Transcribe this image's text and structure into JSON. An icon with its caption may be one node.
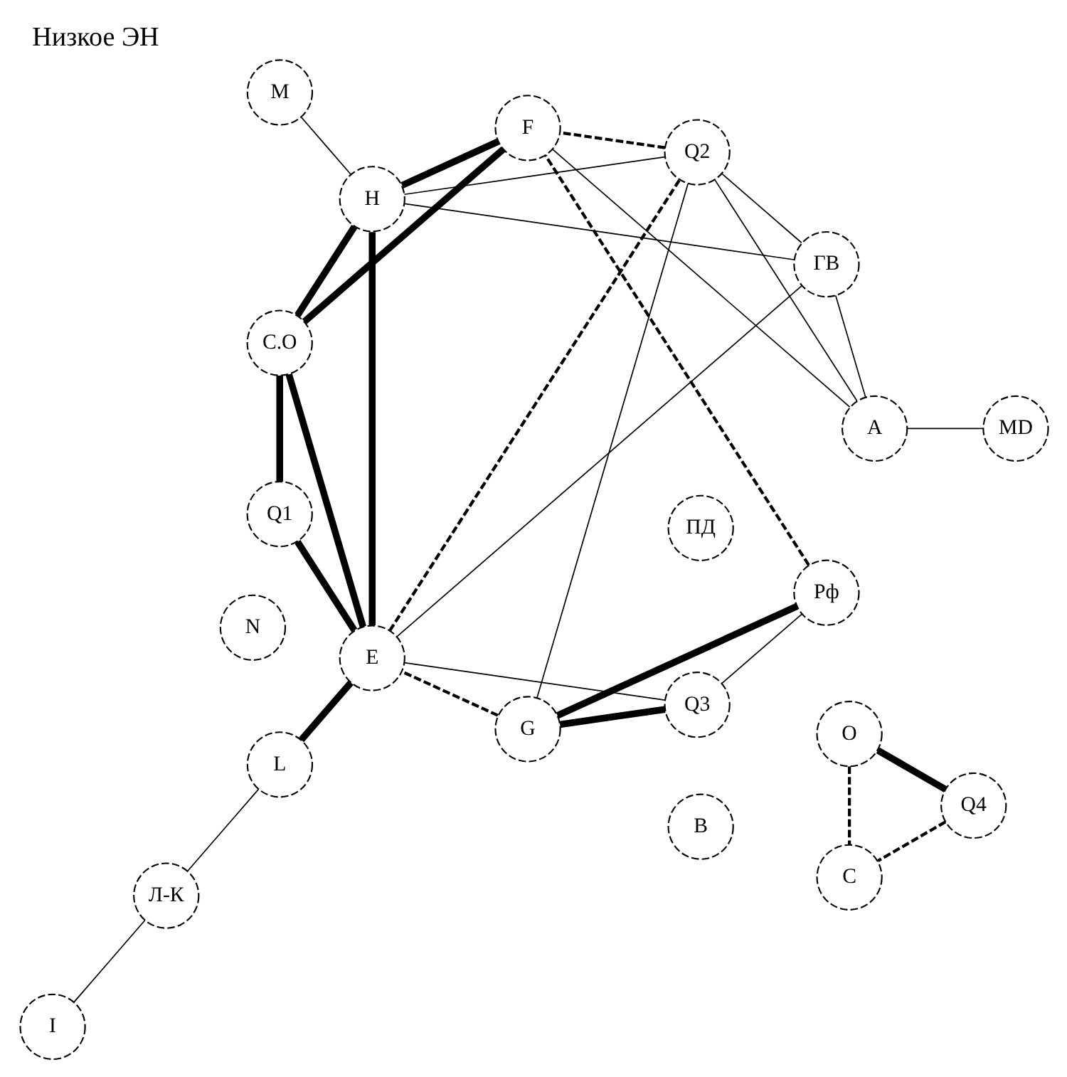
{
  "diagram": {
    "title": "Низкое ЭН",
    "nodes": [
      {
        "text": [
          "С.О"
        ]
      },
      {
        "text": [
          "ПД"
        ]
      },
      {
        "text": [
          "Л-К"
        ]
      },
      {
        "text": [
          "Рф"
        ]
      },
      {
        "text": [
          "A"
        ]
      },
      {
        "text": [
          "B"
        ]
      },
      {
        "text": [
          "C"
        ]
      },
      {
        "text": [
          "E"
        ]
      },
      {
        "text": [
          "F"
        ]
      },
      {
        "text": [
          "G"
        ]
      },
      {
        "text": [
          "H"
        ]
      },
      {
        "text": [
          "I"
        ]
      },
      {
        "text": [
          "L"
        ]
      },
      {
        "text": [
          "M"
        ]
      },
      {
        "text": [
          "N"
        ]
      },
      {
        "text": [
          "O"
        ]
      },
      {
        "text": [
          "Q1"
        ]
      },
      {
        "text": [
          "Q2"
        ]
      },
      {
        "text": [
          "Q3"
        ]
      },
      {
        "text": [
          "Q4"
        ]
      },
      {
        "text": [
          "MD"
        ]
      },
      {
        "text": [
          "ГВ"
        ]
      }
    ],
    "edges": [
      {
        "from": 0,
        "to": 16,
        "arrow": "none",
        "style": "thick"
      },
      {
        "from": 0,
        "to": 7,
        "arrow": "none",
        "style": "thick"
      },
      {
        "from": 0,
        "to": 8,
        "arrow": "none",
        "style": "thick"
      },
      {
        "from": 0,
        "to": 10,
        "arrow": "none",
        "style": "thick"
      },
      {
        "from": 3,
        "to": 9,
        "arrow": "none",
        "style": "thick"
      },
      {
        "from": 19,
        "to": 15,
        "arrow": "none",
        "style": "thick"
      },
      {
        "from": 18,
        "to": 9,
        "arrow": "none",
        "style": "thick"
      },
      {
        "from": 16,
        "to": 7,
        "arrow": "none",
        "style": "thick"
      },
      {
        "from": 12,
        "to": 7,
        "arrow": "none",
        "style": "thick"
      },
      {
        "from": 10,
        "to": 7,
        "arrow": "none",
        "style": "thick"
      },
      {
        "from": 10,
        "to": 8,
        "arrow": "none",
        "style": "thick"
      },
      {
        "from": 3,
        "to": 8,
        "arrow": "none",
        "style": "dashed"
      },
      {
        "from": 19,
        "to": 6,
        "arrow": "none",
        "style": "dashed"
      },
      {
        "from": 17,
        "to": 7,
        "arrow": "none",
        "style": "dashed"
      },
      {
        "from": 17,
        "to": 8,
        "arrow": "none",
        "style": "dashed"
      },
      {
        "from": 15,
        "to": 6,
        "arrow": "none",
        "style": "dashed"
      },
      {
        "from": 9,
        "to": 7,
        "arrow": "none",
        "style": "dashed"
      },
      {
        "from": 2,
        "to": 12,
        "arrow": "none"
      },
      {
        "from": 3,
        "to": 18,
        "arrow": "none"
      },
      {
        "from": 21,
        "to": 17,
        "arrow": "none"
      },
      {
        "from": 21,
        "to": 4,
        "arrow": "none"
      },
      {
        "from": 21,
        "to": 7,
        "arrow": "none"
      },
      {
        "from": 21,
        "to": 10,
        "arrow": "none"
      },
      {
        "from": 20,
        "to": 4,
        "arrow": "none"
      },
      {
        "from": 4,
        "to": 17,
        "arrow": "none"
      },
      {
        "from": 4,
        "to": 8,
        "arrow": "none"
      },
      {
        "from": 18,
        "to": 7,
        "arrow": "none"
      },
      {
        "from": 17,
        "to": 9,
        "arrow": "none"
      },
      {
        "from": 17,
        "to": 10,
        "arrow": "none"
      },
      {
        "from": 13,
        "to": 10,
        "arrow": "none"
      },
      {
        "from": 2,
        "to": 11,
        "arrow": "none"
      }
    ]
  }
}
